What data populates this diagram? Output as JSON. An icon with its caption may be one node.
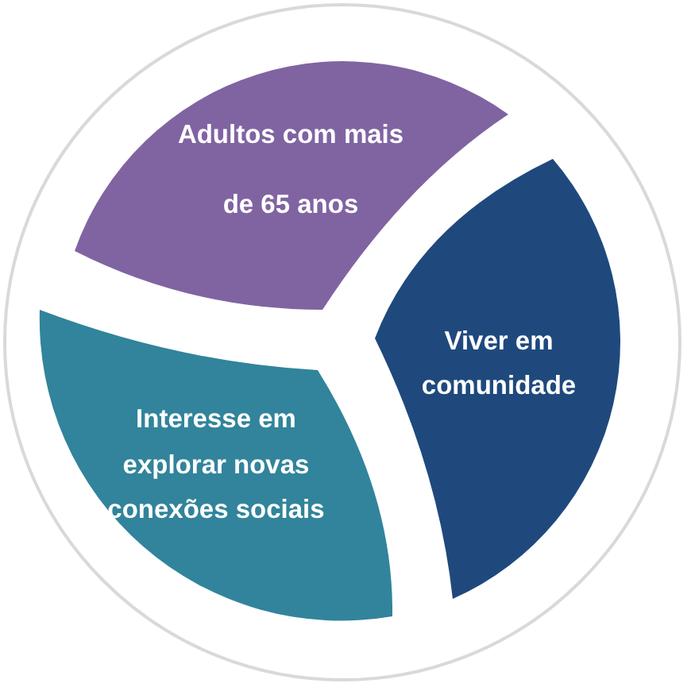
{
  "diagram": {
    "nodes": [
      {
        "text": [
          "Adultos com mais de 65 anos"
        ]
      },
      {
        "text": [
          "Viver em comunidade"
        ]
      },
      {
        "text": [
          "Interesse em explorar novas conexões sociais"
        ]
      }
    ]
  }
}
